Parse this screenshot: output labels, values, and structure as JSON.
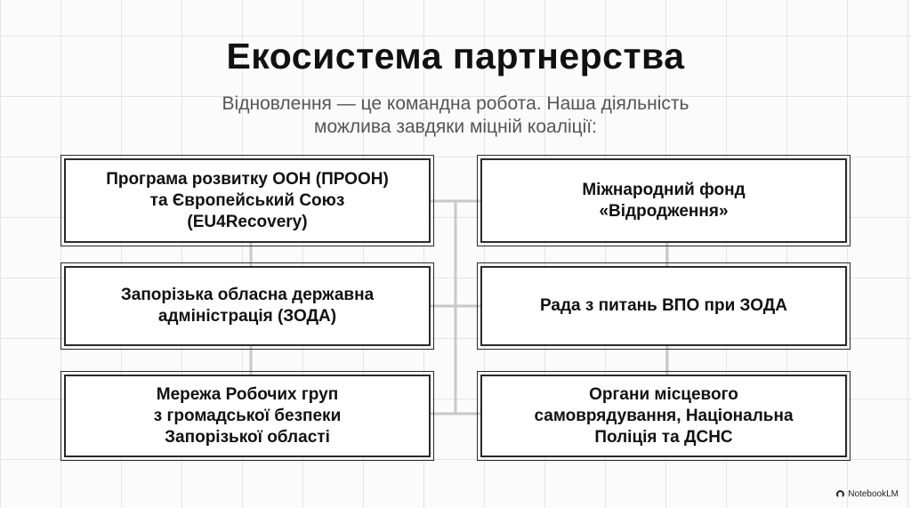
{
  "title": "Екосистема партнерства",
  "subtitle": {
    "line1": "Відновлення — це командна робота. Наша діяльність",
    "line2": "можлива завдяки міцній коаліції:"
  },
  "left_column": [
    {
      "lines": [
        "Програма розвитку ООН (ПРООН)",
        "та Європейський Союз",
        "(EU4Recovery)"
      ]
    },
    {
      "lines": [
        "Запорізька обласна державна",
        "адміністрація (ЗОДА)"
      ]
    },
    {
      "lines": [
        "Мережа Робочих груп",
        "з громадської безпеки",
        "Запорізької області"
      ]
    }
  ],
  "right_column": [
    {
      "lines": [
        "Міжнародний фонд",
        "«Відродження»"
      ]
    },
    {
      "lines": [
        "Рада з питань ВПО при ЗОДА"
      ]
    },
    {
      "lines": [
        "Органи місцевого",
        "самоврядування, Національна",
        "Поліція та ДСНС"
      ]
    }
  ],
  "branding": "NotebookLM",
  "colors": {
    "background": "#fbfbfb",
    "grid": "#e5e5e5",
    "box_border": "#2a2a2a",
    "connector": "#c8c8c8",
    "title": "#111111",
    "subtitle": "#555555"
  }
}
